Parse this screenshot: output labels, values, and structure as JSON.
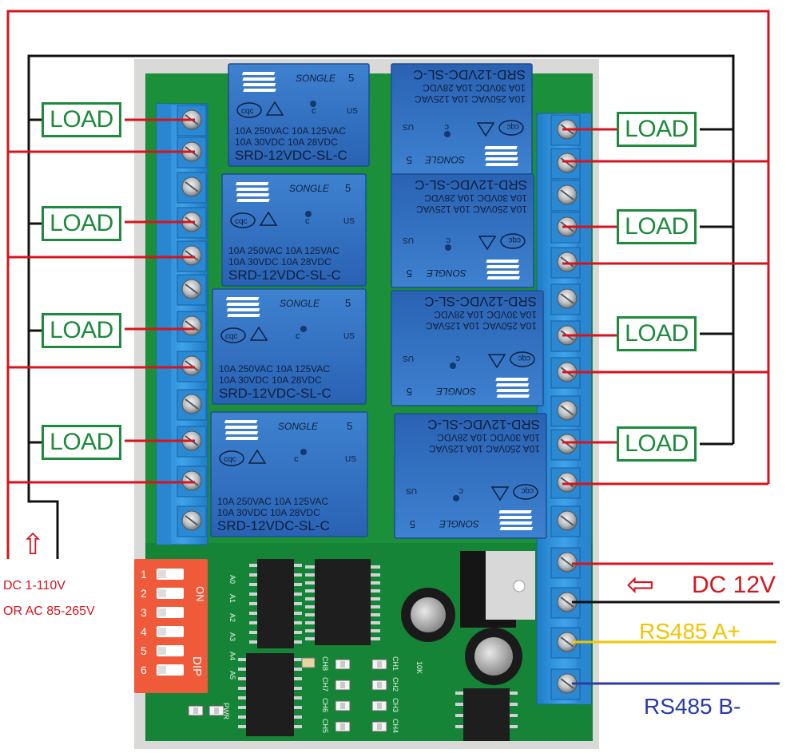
{
  "load_labels": [
    "LOAD",
    "LOAD",
    "LOAD",
    "LOAD",
    "LOAD",
    "LOAD",
    "LOAD",
    "LOAD"
  ],
  "power_input": {
    "line1": "DC 1-110V",
    "line2": "OR AC 85-265V",
    "arrow": "⇧"
  },
  "dc_input": {
    "label": "DC 12V",
    "arrow": "⇦"
  },
  "rs485": {
    "a_label": "RS485 A+",
    "b_label": "RS485 B-"
  },
  "relay": {
    "brand": "SONGLE",
    "cert_1": "cqc",
    "cert_2": "c",
    "cert_3": "5",
    "cert_4": "US",
    "rating_line1": "10A 250VAC   10A 125VAC",
    "rating_line2": "10A  30VDC   10A  28VDC",
    "model": "SRD-12VDC-SL-C"
  },
  "dip": {
    "on_label": "ON",
    "dip_label": "DIP",
    "numbers": [
      "1",
      "2",
      "3",
      "4",
      "5",
      "6"
    ]
  },
  "silkscreen": {
    "addr": [
      "A0",
      "A1",
      "A2",
      "A3",
      "A4",
      "A5"
    ],
    "ch_left": [
      "CH8",
      "CH7",
      "CH6",
      "CH5"
    ],
    "ch_right": [
      "CH1",
      "CH2",
      "CH3",
      "CH4"
    ],
    "pwr": "PWR",
    "res": "10K"
  },
  "colors": {
    "red_wire": "#d7141c",
    "black_wire": "#111111",
    "yellow_wire": "#f2c500",
    "blue_wire": "#2a3aa8",
    "load_green": "#1d8a3c",
    "relay_blue": "#2f6fc0",
    "terminal_blue": "#2e8ed8",
    "pcb_green": "#1c8f3a",
    "dip_red": "#ef5a3a"
  }
}
